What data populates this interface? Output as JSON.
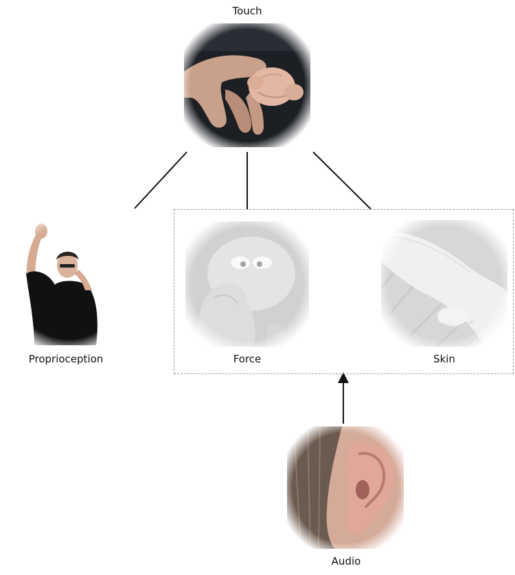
{
  "nodes": {
    "touch": {
      "label": "Touch",
      "image": "hands-touching-photo"
    },
    "proprioception": {
      "label": "Proprioception",
      "image": "person-touching-nose-photo"
    },
    "force": {
      "label": "Force",
      "image": "squeezed-toy-photo"
    },
    "skin": {
      "label": "Skin",
      "image": "hand-on-surface-photo"
    },
    "audio": {
      "label": "Audio",
      "image": "ear-photo"
    }
  },
  "edges": [
    {
      "from": "touch",
      "to": "proprioception",
      "style": "line"
    },
    {
      "from": "touch",
      "to": "force-skin-group",
      "style": "line"
    },
    {
      "from": "audio",
      "to": "force-skin-group",
      "style": "arrow"
    }
  ],
  "group": {
    "members": [
      "force",
      "skin"
    ],
    "border": "dashed"
  },
  "colors": {
    "line": "#111111",
    "group_border": "#9a9a9a"
  }
}
